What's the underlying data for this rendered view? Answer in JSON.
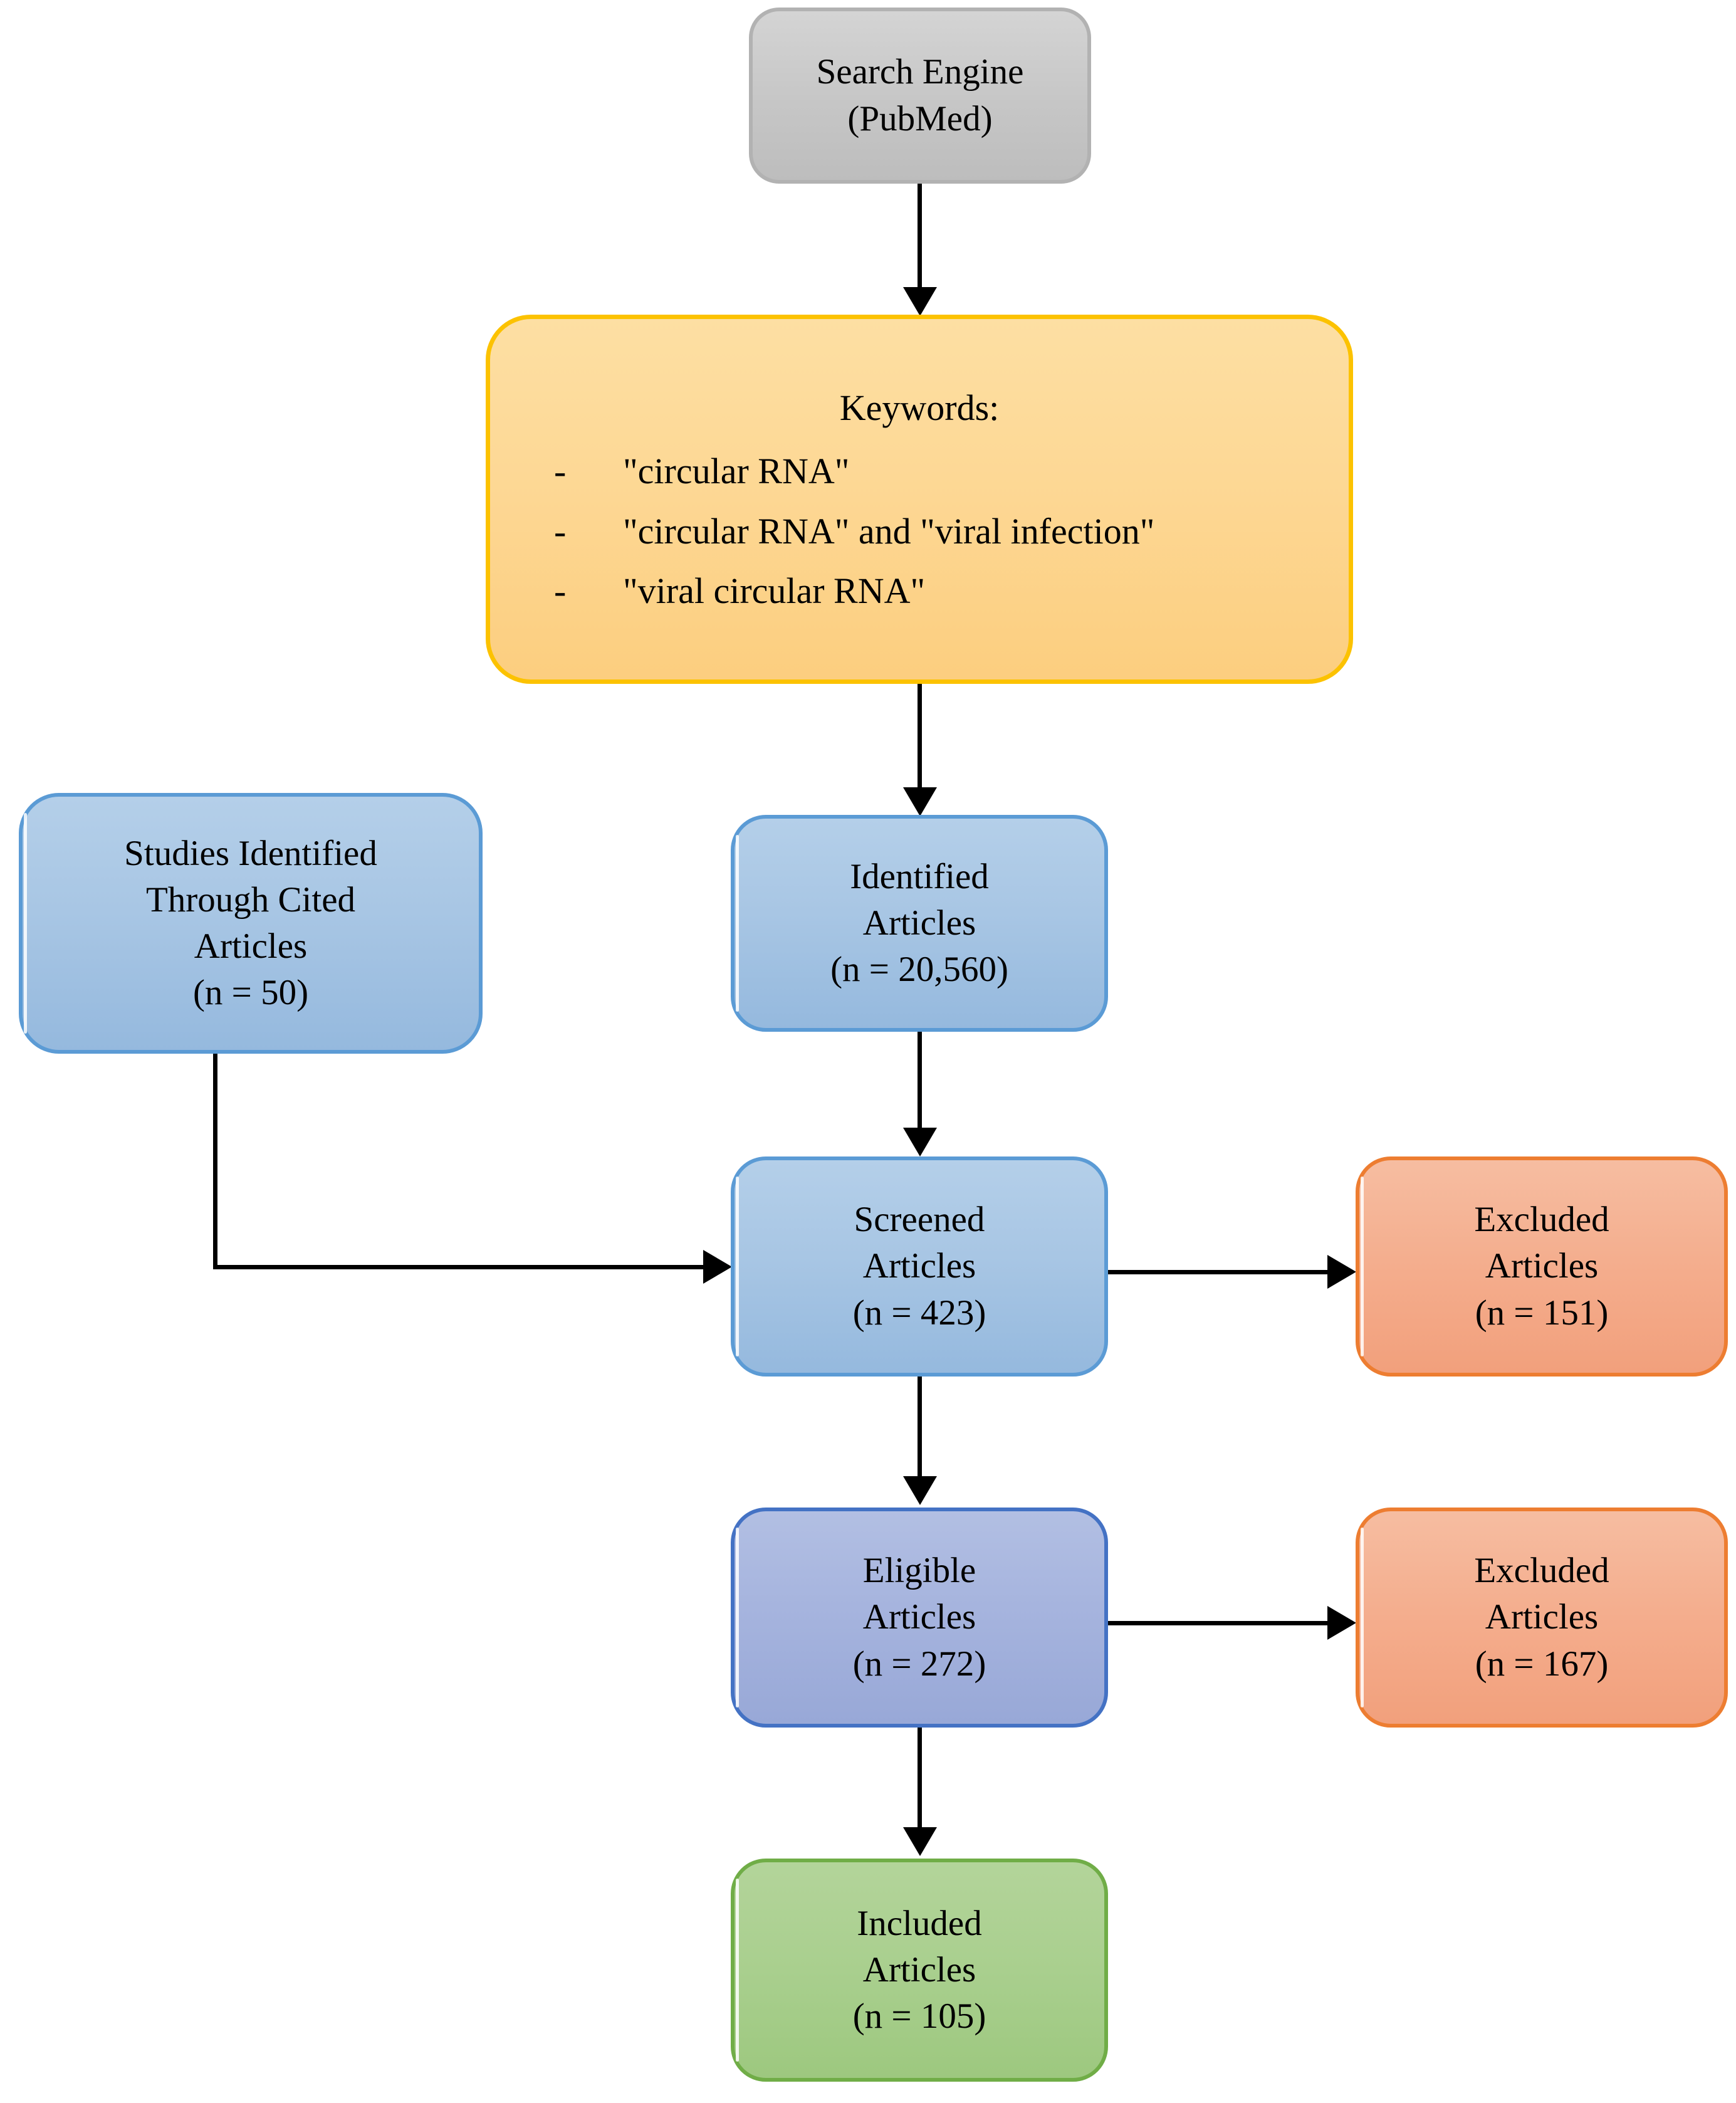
{
  "diagram": {
    "title": "PRISMA-style literature selection flow diagram",
    "type": "flowchart",
    "colors": {
      "grey_fill": "#c6c6c6",
      "grey_border": "#b2b2b2",
      "amber_fill": "#fdd793",
      "amber_border": "#fcc200",
      "blue_fill": "#a8c6e4",
      "blue_border": "#5b9bd5",
      "periwinkle_fill": "#a6b4de",
      "periwinkle_border": "#4472c4",
      "orange_fill": "#f4ad8d",
      "orange_border": "#ed7d31",
      "green_fill": "#a9cf8e",
      "green_border": "#70ad47",
      "connector": "#000000"
    },
    "nodes": {
      "search_engine": {
        "lines": [
          "Search Engine",
          "(PubMed)"
        ]
      },
      "keywords": {
        "title": "Keywords:",
        "bullet": "-",
        "items": [
          "\"circular RNA\"",
          "\"circular RNA\" and \"viral infection\"",
          "\"viral circular RNA\""
        ]
      },
      "cited_studies": {
        "lines": [
          "Studies Identified",
          "Through Cited",
          "Articles",
          "(n = 50)"
        ],
        "count": 50
      },
      "identified_articles": {
        "lines": [
          "Identified",
          "Articles",
          "(n = 20,560)"
        ],
        "count": 20560
      },
      "screened_articles": {
        "lines": [
          "Screened",
          "Articles",
          "(n = 423)"
        ],
        "count": 423
      },
      "excluded_screened": {
        "lines": [
          "Excluded",
          "Articles",
          "(n = 151)"
        ],
        "count": 151
      },
      "eligible_articles": {
        "lines": [
          "Eligible",
          "Articles",
          "(n = 272)"
        ],
        "count": 272
      },
      "excluded_eligible": {
        "lines": [
          "Excluded",
          "Articles",
          "(n = 167)"
        ],
        "count": 167
      },
      "included_articles": {
        "lines": [
          "Included",
          "Articles",
          "(n = 105)"
        ],
        "count": 105
      }
    },
    "edges": [
      {
        "from": "search_engine",
        "to": "keywords",
        "style": "straight-down"
      },
      {
        "from": "keywords",
        "to": "identified_articles",
        "style": "straight-down"
      },
      {
        "from": "identified_articles",
        "to": "screened_articles",
        "style": "straight-down"
      },
      {
        "from": "cited_studies",
        "to": "screened_articles",
        "style": "elbow-down-right"
      },
      {
        "from": "screened_articles",
        "to": "excluded_screened",
        "style": "straight-right"
      },
      {
        "from": "screened_articles",
        "to": "eligible_articles",
        "style": "straight-down"
      },
      {
        "from": "eligible_articles",
        "to": "excluded_eligible",
        "style": "straight-right"
      },
      {
        "from": "eligible_articles",
        "to": "included_articles",
        "style": "straight-down"
      }
    ]
  }
}
